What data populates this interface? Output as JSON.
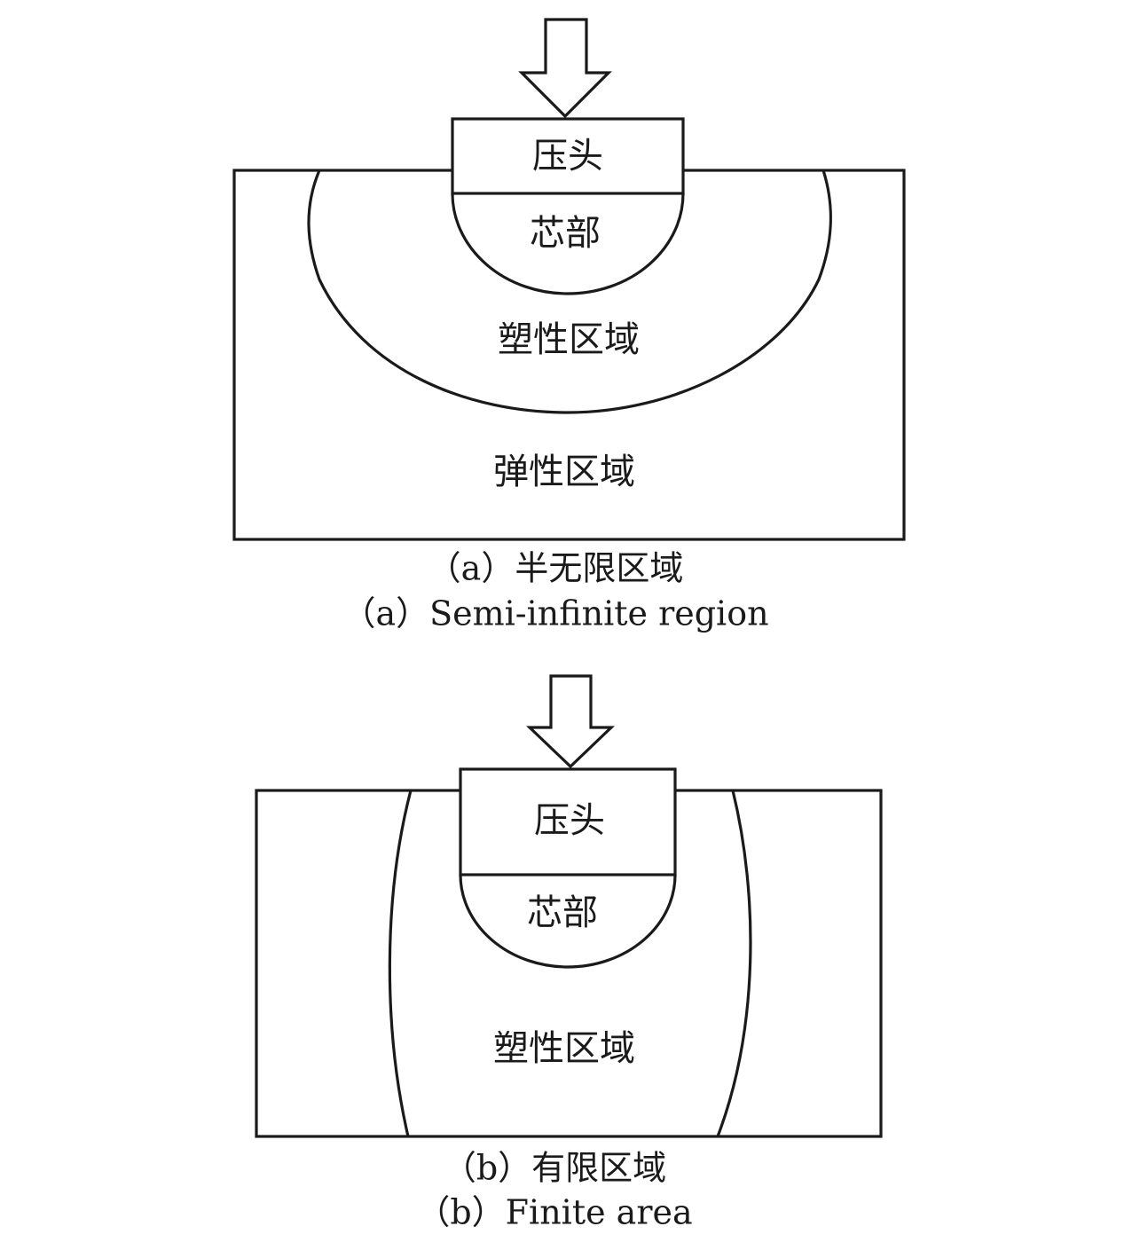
{
  "panel_a": {
    "indenter_label": "压头",
    "core_label": "芯部",
    "plastic_label": "塑性区域",
    "elastic_label": "弹性区域",
    "caption_cn": "（a）半无限区域",
    "caption_en": "（a）Semi-infinite region"
  },
  "panel_b": {
    "indenter_label": "压头",
    "core_label": "芯部",
    "plastic_label": "塑性区域",
    "caption_cn": "（b）有限区域",
    "caption_en": "（b）Finite area"
  }
}
